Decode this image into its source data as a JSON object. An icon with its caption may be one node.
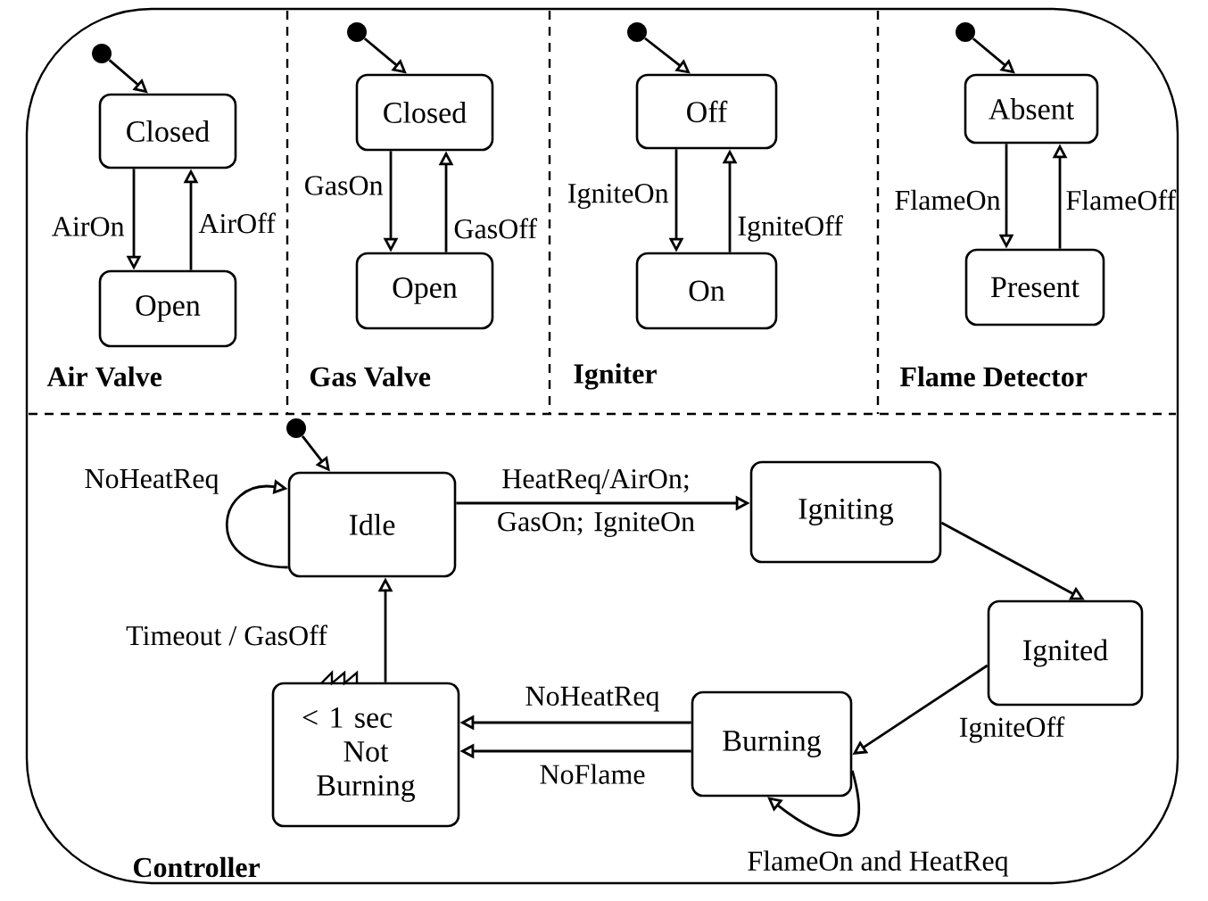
{
  "diagram": {
    "nodes": [
      {
        "text": [],
        "shape": "circle"
      },
      {
        "text": [
          "Closed"
        ]
      },
      {
        "text": [
          "Open"
        ]
      },
      {
        "text": [],
        "shape": "circle"
      },
      {
        "text": [
          "Closed"
        ]
      },
      {
        "text": [
          "Open"
        ]
      },
      {
        "text": [],
        "shape": "circle"
      },
      {
        "text": [
          "Off"
        ]
      },
      {
        "text": [
          "On"
        ]
      },
      {
        "text": [],
        "shape": "circle"
      },
      {
        "text": [
          "Absent"
        ]
      },
      {
        "text": [
          "Present"
        ]
      },
      {
        "text": [],
        "shape": "circle"
      },
      {
        "text": [
          "Idle"
        ]
      },
      {
        "text": [
          "Igniting"
        ]
      },
      {
        "text": [
          "Ignited"
        ]
      },
      {
        "text": [
          "Burning"
        ]
      },
      {
        "text": [
          "< 1 sec",
          "Not Burning"
        ]
      }
    ],
    "edges": [
      {
        "from": 0,
        "to": 1,
        "arrow": "to"
      },
      {
        "from": 1,
        "to": 2,
        "arrow": "to",
        "label": "AirOn"
      },
      {
        "from": 2,
        "to": 1,
        "arrow": "to",
        "label": "AirOff"
      },
      {
        "from": 3,
        "to": 4,
        "arrow": "to"
      },
      {
        "from": 4,
        "to": 5,
        "arrow": "to",
        "label": "GasOn"
      },
      {
        "from": 5,
        "to": 4,
        "arrow": "to",
        "label": "GasOff"
      },
      {
        "from": 6,
        "to": 7,
        "arrow": "to"
      },
      {
        "from": 7,
        "to": 8,
        "arrow": "to",
        "label": "IgniteOn"
      },
      {
        "from": 8,
        "to": 7,
        "arrow": "to",
        "label": "IgniteOff"
      },
      {
        "from": 9,
        "to": 10,
        "arrow": "to"
      },
      {
        "from": 10,
        "to": 11,
        "arrow": "to",
        "label": "FlameOn"
      },
      {
        "from": 11,
        "to": 10,
        "arrow": "to",
        "label": "FlameOff"
      },
      {
        "from": 12,
        "to": 13,
        "arrow": "to"
      },
      {
        "from": 13,
        "to": 13,
        "arrow": "to",
        "label": "NoHeatReq"
      },
      {
        "from": 13,
        "to": 14,
        "arrow": "to",
        "label": "HeatReq/AirOn; GasOn; IgniteOn"
      },
      {
        "from": 14,
        "to": 15,
        "arrow": "to"
      },
      {
        "from": 15,
        "to": 16,
        "arrow": "to",
        "label": "IgniteOff"
      },
      {
        "from": 16,
        "to": 17,
        "arrow": "to",
        "label": "NoHeatReq"
      },
      {
        "from": 16,
        "to": 17,
        "arrow": "to",
        "label": "NoFlame"
      },
      {
        "from": 16,
        "to": 16,
        "arrow": "to",
        "label": "FlameOn and HeatReq"
      },
      {
        "from": 17,
        "to": 13,
        "arrow": "to",
        "label": "Timeout / GasOff"
      }
    ],
    "labels": [
      "Air Valve",
      "Gas Valve",
      "Igniter",
      "Flame Detector",
      "Controller"
    ]
  }
}
